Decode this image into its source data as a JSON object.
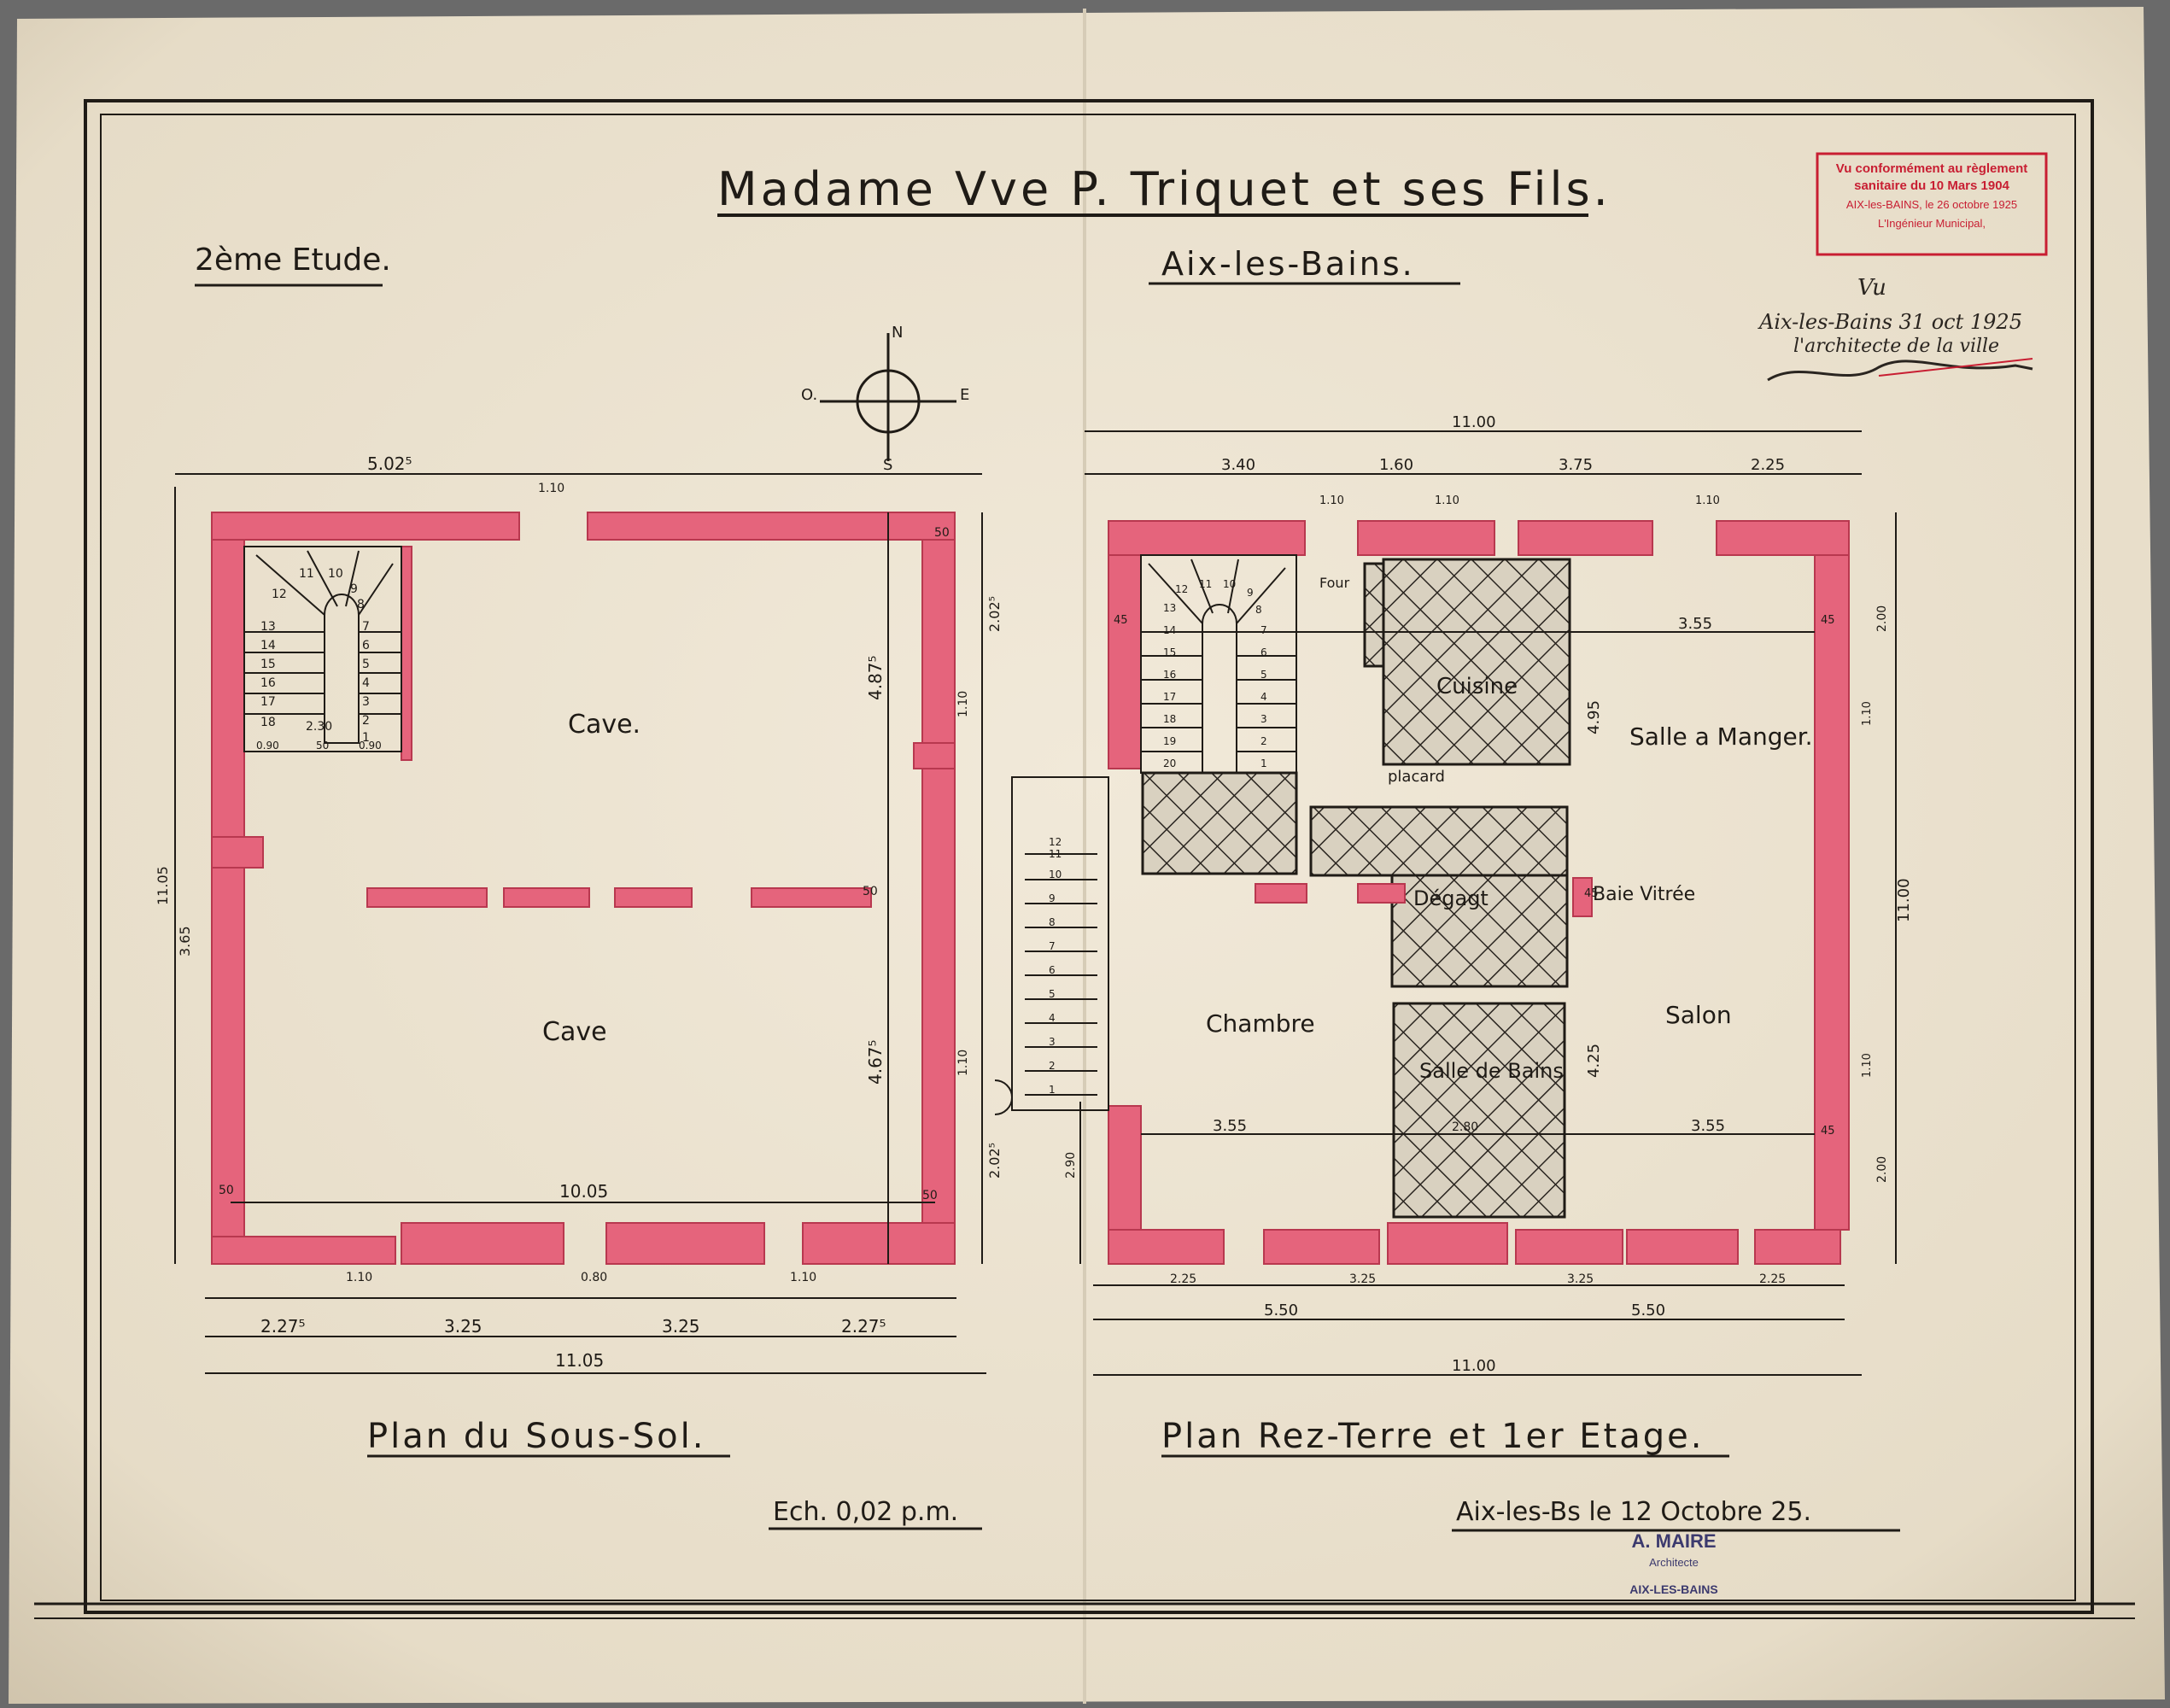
{
  "header": {
    "title": "Madame Vve P. Triquet et ses Fils.",
    "subtitle": "Aix-les-Bains.",
    "study": "2ème Etude."
  },
  "compass": {
    "north": "N",
    "south": "S",
    "east": "E",
    "west": "O."
  },
  "stamp_sanitary": {
    "line1": "Vu conformément au règlement",
    "line2": "sanitaire du 10 Mars 1904",
    "line3": "AIX-les-BAINS, le 26 octobre 1925",
    "line4": "L'Ingénieur Municipal,"
  },
  "approval_note": {
    "line1": "Vu",
    "line2": "Aix-les-Bains 31 oct 1925",
    "line3": "l'architecte de la ville"
  },
  "basement": {
    "title": "Plan du Sous-Sol.",
    "rooms": {
      "cave_upper": "Cave.",
      "cave_lower": "Cave"
    },
    "dims": {
      "top_width": "5.02⁵",
      "door_top": "1.10",
      "total_bottom": "11.05",
      "inner_width": "10.05",
      "seg_a": "2.27⁵",
      "seg_b": "3.25",
      "seg_c": "3.25",
      "seg_d": "2.27⁵",
      "win_a": "1.10",
      "win_b": "1.10",
      "win_c": "0.80",
      "height_total": "11.05",
      "h_upper": "4.87⁵",
      "h_lower": "4.67⁵",
      "h_left": "3.65",
      "right_a": "2.02⁵",
      "right_b": "1.10",
      "right_c": "1.10",
      "right_d": "2.02⁵",
      "wall_50a": "50",
      "wall_50b": "50",
      "wall_50c": "50",
      "wall_50d": "50",
      "stair_w": "2.30",
      "stair_a": "0.90",
      "stair_b": "50",
      "stair_c": "0.90"
    },
    "stair_steps": [
      "1",
      "2",
      "3",
      "4",
      "5",
      "6",
      "7",
      "8",
      "9",
      "10",
      "11",
      "12",
      "13",
      "14",
      "15",
      "16",
      "17",
      "18"
    ]
  },
  "ground_floor": {
    "title": "Plan Rez-Terre et 1er Etage.",
    "rooms": {
      "cuisine": "Cuisine",
      "salle_a_manger": "Salle a Manger.",
      "degagt": "Dégagt",
      "chambre": "Chambre",
      "salon": "Salon",
      "salle_de_bains": "Salle de Bains",
      "placard": "placard",
      "baie_vitree": "Baie Vitrée",
      "four": "Four"
    },
    "dims": {
      "overall_top": "11.00",
      "overall_bottom": "11.00",
      "height_total": "11.00",
      "top_a": "3.40",
      "top_b": "1.60",
      "top_c": "3.75",
      "top_d": "2.25",
      "door_a": "1.10",
      "door_b": "1.10",
      "door_c": "1.10",
      "mid_a": "3.55",
      "mid_b": "3.55",
      "mid_c": "3.55",
      "mid_d": "2.80",
      "half_a": "5.50",
      "half_b": "5.50",
      "bot_a": "2.25",
      "bot_b": "3.25",
      "bot_c": "3.25",
      "bot_d": "2.25",
      "h_a": "4.95",
      "h_b": "4.25",
      "right_a": "2.00",
      "right_b": "1.10",
      "right_c": "1.10",
      "right_d": "2.00",
      "left_side": "2.90",
      "wall_45a": "45",
      "wall_45b": "45",
      "wall_45c": "45",
      "wall_45d": "45"
    },
    "stair_steps": [
      "1",
      "2",
      "3",
      "4",
      "5",
      "6",
      "7",
      "8",
      "9",
      "10",
      "11",
      "12",
      "13",
      "14",
      "15",
      "16",
      "17",
      "18",
      "19",
      "20"
    ],
    "outer_steps": [
      "1",
      "2",
      "3",
      "4",
      "5",
      "6",
      "7",
      "8",
      "9",
      "10",
      "11",
      "12"
    ]
  },
  "scale": "Ech. 0,02 p.m.",
  "place_date": "Aix-les-Bs le 12 Octobre 25.",
  "architect_stamp": {
    "name": "A. MAIRE",
    "role": "Architecte",
    "city": "AIX-LES-BAINS"
  },
  "colors": {
    "paper": "#ece3d2",
    "wall_pink": "#e5647c",
    "ink": "#1f1b16",
    "stamp_red": "#c81e32",
    "stamp_blue": "#3c3a6e"
  }
}
